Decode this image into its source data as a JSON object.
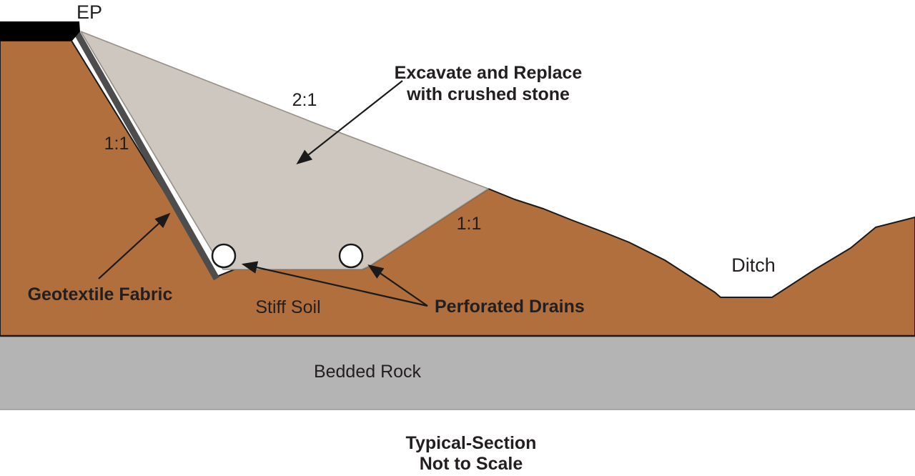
{
  "diagram": {
    "title_line1": "Typical-Section",
    "title_line2": "Not to Scale",
    "labels": {
      "edge_of_pavement": "EP",
      "slope_top": "2:1",
      "slope_left": "1:1",
      "slope_right": "1:1",
      "excavate_line1": "Excavate and Replace",
      "excavate_line2": "with crushed stone",
      "geotextile_fabric": "Geotextile Fabric",
      "stiff_soil": "Stiff Soil",
      "perforated_drains": "Perforated Drains",
      "ditch": "Ditch",
      "bedded_rock": "Bedded Rock"
    },
    "colors": {
      "soil": "#b06f3c",
      "crushed_stone": "#cec7bf",
      "bedded_rock": "#b4b4b4",
      "geotextile": "#4d4d4d",
      "pavement": "#000000",
      "drain_fill": "#ffffff",
      "outline": "#1a1a1a",
      "stone_outline": "#969089",
      "text": "#231f20"
    }
  }
}
